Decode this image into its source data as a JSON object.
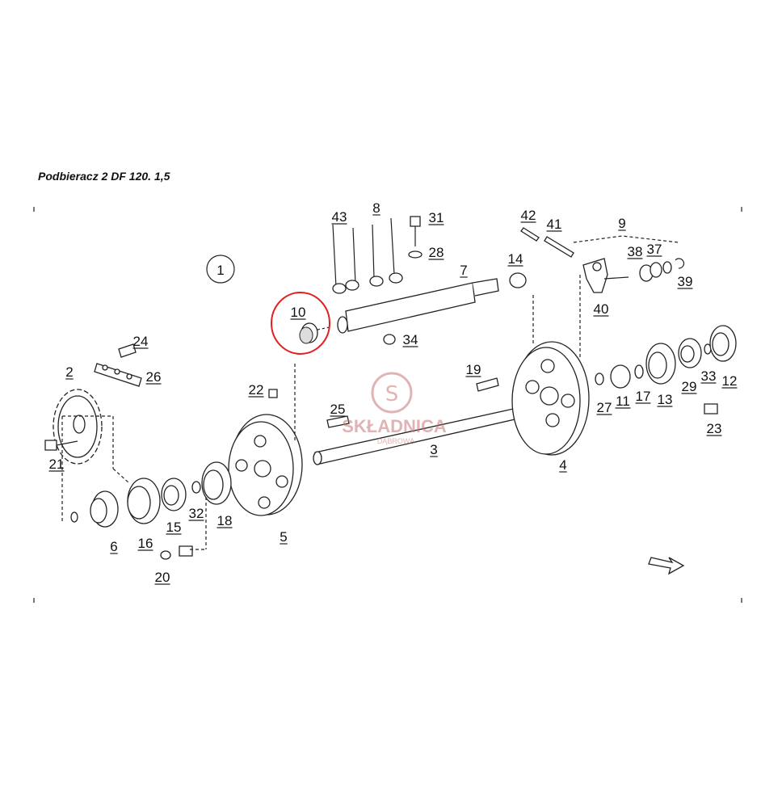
{
  "title": "Podbieracz 2  DF 120. 1,5",
  "figure_number": "1",
  "highlighted_part": "10",
  "highlight_color": "#e02020",
  "watermark": {
    "text": "SKŁADNICA",
    "subtext": "DĄBROWA",
    "color": "#c87878"
  },
  "callouts": [
    "43",
    "8",
    "31",
    "28",
    "7",
    "14",
    "42",
    "41",
    "9",
    "38",
    "37",
    "39",
    "40",
    "10",
    "34",
    "24",
    "26",
    "2",
    "21",
    "22",
    "25",
    "19",
    "3",
    "4",
    "27",
    "11",
    "17",
    "13",
    "29",
    "33",
    "12",
    "23",
    "5",
    "6",
    "16",
    "15",
    "32",
    "18",
    "20"
  ]
}
